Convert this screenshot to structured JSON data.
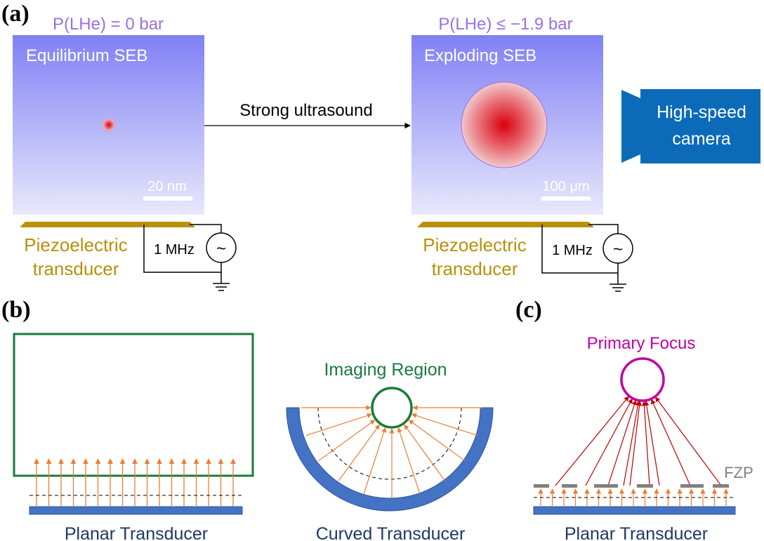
{
  "panel_a": {
    "label": "(a)",
    "left": {
      "pressure": "P(LHe) = 0 bar",
      "title": "Equilibrium SEB",
      "scale": "20 nm",
      "transducer_line1": "Piezoelectric",
      "transducer_line2": "transducer",
      "frequency": "1 MHz"
    },
    "arrow_label": "Strong ultrasound",
    "right": {
      "pressure": "P(LHe) ≤ −1.9 bar",
      "title": "Exploding SEB",
      "scale": "100 μm",
      "transducer_line1": "Piezoelectric",
      "transducer_line2": "transducer",
      "frequency": "1 MHz"
    },
    "camera_line1": "High-speed",
    "camera_line2": "camera",
    "source_symbol": "~"
  },
  "panel_b": {
    "label": "(b)",
    "planar_label": "Planar Transducer",
    "imaging_label": "Imaging Region",
    "curved_label": "Curved Transducer"
  },
  "panel_c": {
    "label": "(c)",
    "focus_label": "Primary Focus",
    "fzp_label": "FZP",
    "planar_label": "Planar Transducer"
  },
  "colors": {
    "purple_text": "#9b6fe6",
    "gold": "#b8900a",
    "green": "#1a7a3c",
    "blue": "#4472c4",
    "orange": "#ed7d31",
    "darkred": "#c00000",
    "magenta": "#c000a0",
    "navy": "#1f3864",
    "camera": "#0b6bb8",
    "gray": "#808080"
  }
}
